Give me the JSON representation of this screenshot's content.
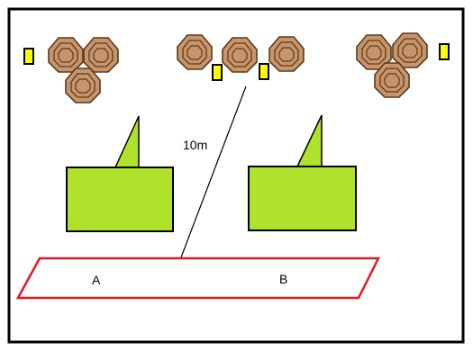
{
  "labels": {
    "distance": "10m",
    "area_a": "A",
    "area_b": "B"
  },
  "icons": {
    "target": "steel-target-icon",
    "marker": "yellow-marker-icon",
    "barricade": "green-barricade-icon"
  },
  "colors": {
    "frame": "#000000",
    "target_fill": "#C8956A",
    "target_stroke": "#5A3A1E",
    "marker_fill": "#FFFF00",
    "barricade_fill": "#AEE22B",
    "shooting_box_stroke": "#E0191F",
    "distance_line": "#000000"
  }
}
